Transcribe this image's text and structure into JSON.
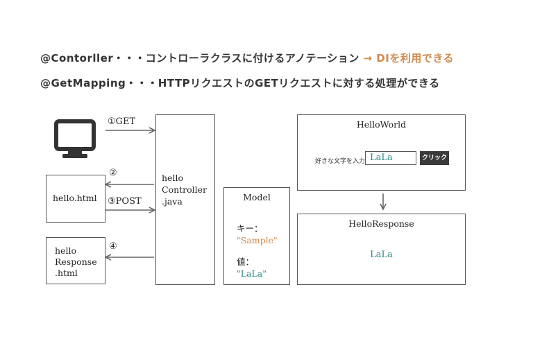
{
  "heading": {
    "line1_text": "@Contorller・・・コントローラクラスに付けるアノテーション",
    "line1_accent": "→ DIを利用できる",
    "line2_text": "@GetMapping・・・HTTPリクエストのGETリクエストに対する処理ができる"
  },
  "diagram": {
    "monitor_icon": "monitor-icon",
    "arrow_labels": {
      "a1": "①GET",
      "a2": "②",
      "a3": "③POST",
      "a4": "④"
    },
    "hello_html": "hello.html",
    "hello_response_html": {
      "l1": "hello",
      "l2": "Response",
      "l3": ".html"
    },
    "controller": {
      "l1": "hello",
      "l2": "Controller",
      "l3": ".java"
    },
    "model": {
      "title": "Model",
      "key_label": "キー：",
      "key_value": "\"Sample\"",
      "value_label": "値：",
      "value_value": "\"LaLa\""
    },
    "hello_world": {
      "title": "HelloWorld",
      "input_label": "好きな文字を入力",
      "input_value": "LaLa",
      "button_label": "クリック"
    },
    "hello_response": {
      "title": "HelloResponse",
      "value": "LaLa"
    }
  },
  "colors": {
    "accent": "#d08a4e",
    "teal": "#2a8a86",
    "line": "#555555"
  }
}
